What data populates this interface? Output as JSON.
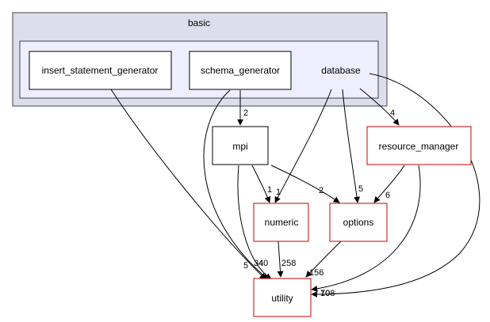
{
  "diagram": {
    "outer_cluster": {
      "label": "basic"
    },
    "inner_cluster": {
      "label": "database"
    },
    "nodes": {
      "insert_statement_generator": {
        "label": "insert_statement_generator"
      },
      "schema_generator": {
        "label": "schema_generator"
      },
      "mpi": {
        "label": "mpi"
      },
      "resource_manager": {
        "label": "resource_manager"
      },
      "numeric": {
        "label": "numeric"
      },
      "options": {
        "label": "options"
      },
      "utility": {
        "label": "utility"
      }
    },
    "edges": {
      "schema_to_mpi": "2",
      "db_to_resource_manager": "4",
      "mpi_to_numeric": "1",
      "mpi_to_options": "2",
      "db_to_numeric": "1",
      "db_to_options": "5",
      "rm_to_options": "6",
      "numeric_to_utility": "258",
      "options_to_utility": "156",
      "insert_to_utility": "5",
      "schema_to_utility": "34",
      "mpi_to_utility": "40",
      "db_to_utility": "108",
      "rm_to_utility": "70"
    },
    "colors": {
      "outer_fill": "#dddded",
      "inner_fill": "#eeeeff",
      "cluster_stroke": "#444444",
      "node_stroke_black": "#000000",
      "node_stroke_red": "#cc0000"
    }
  }
}
